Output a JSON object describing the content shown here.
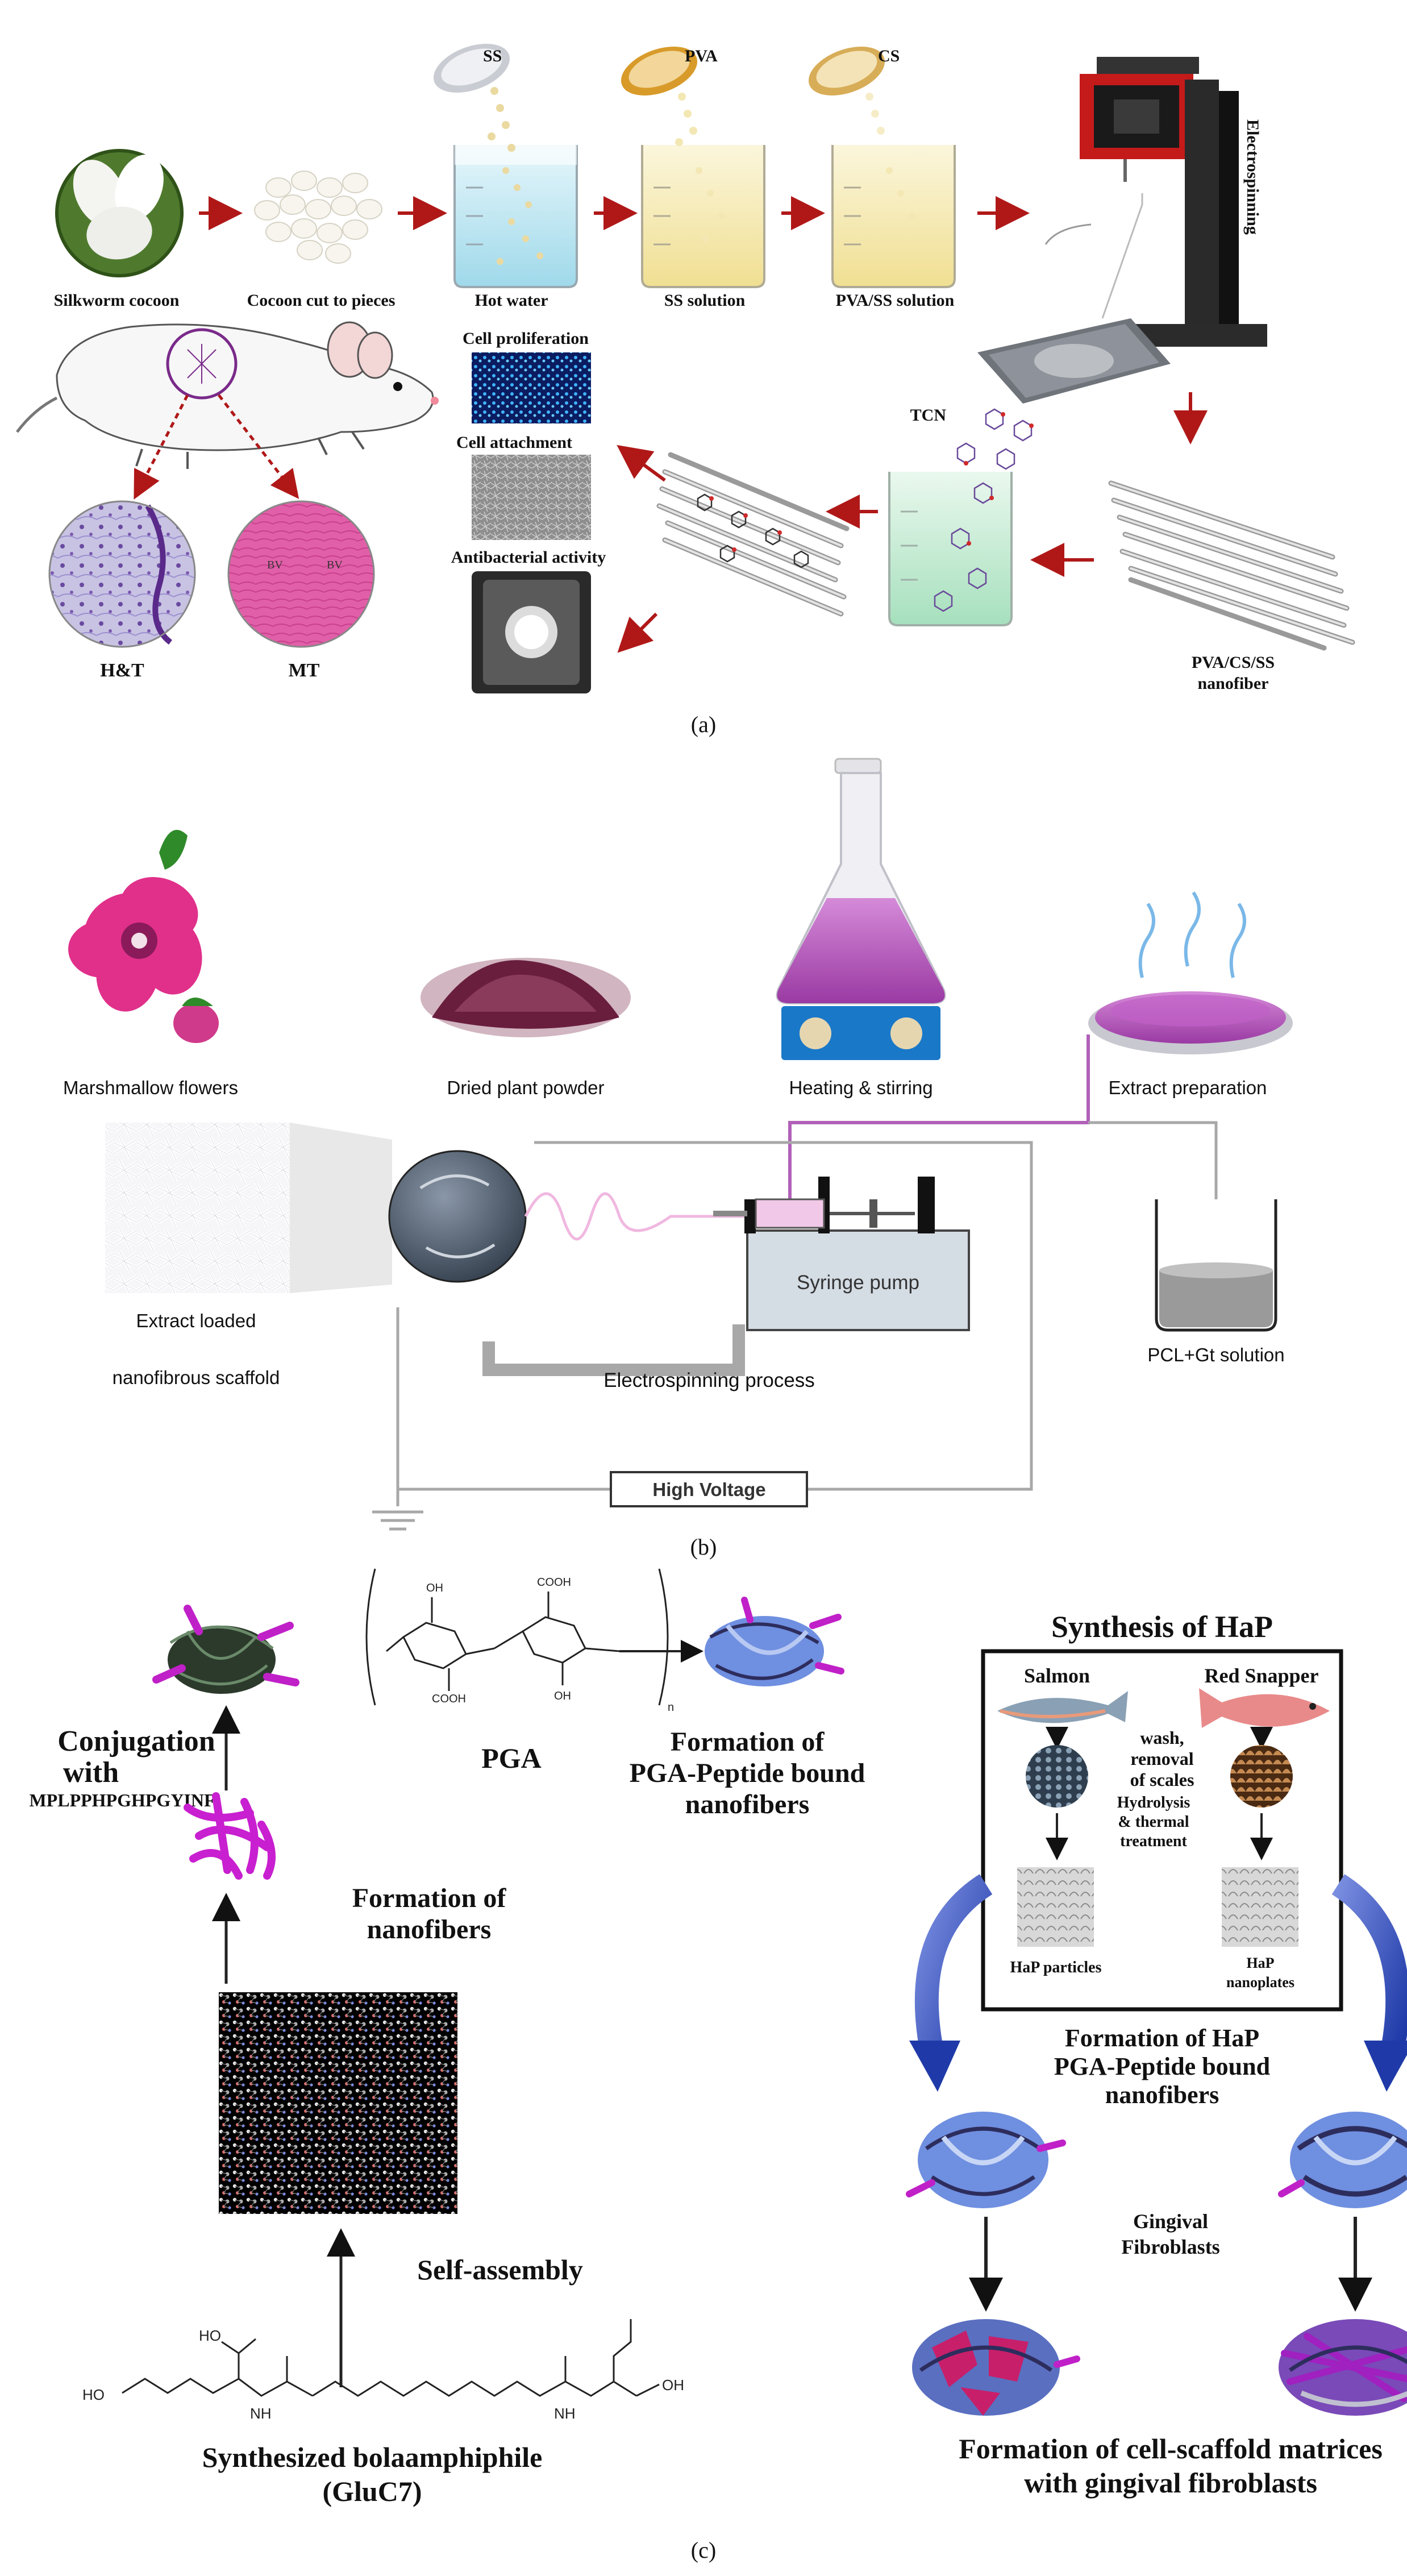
{
  "panel_a": {
    "caption": "(a)",
    "labels": {
      "ss": "SS",
      "pva": "PVA",
      "cs": "CS",
      "electrospinning": "Electrospinning",
      "silkworm": "Silkworm cocoon",
      "cocoon_cut": "Cocoon cut to pieces",
      "hot_water": "Hot water",
      "ss_solution": "SS solution",
      "pva_ss_solution": "PVA/SS solution",
      "cell_proliferation": "Cell proliferation",
      "cell_attachment": "Cell attachment",
      "antibacterial": "Antibacterial activity",
      "tcn": "TCN",
      "nanofiber_line1": "PVA/CS/SS",
      "nanofiber_line2": "nanofiber",
      "ht": "H&T",
      "mt": "MT",
      "bv": "BV"
    }
  },
  "panel_b": {
    "caption": "(b)",
    "labels": {
      "marshmallow": "Marshmallow flowers",
      "dried_powder": "Dried plant powder",
      "heating": "Heating & stirring",
      "extract_prep": "Extract preparation",
      "extract_loaded_line1": "Extract loaded",
      "extract_loaded_line2": "nanofibrous scaffold",
      "syringe_pump": "Syringe pump",
      "pcl_gt": "PCL+Gt solution",
      "electrospinning_process": "Electrospinning process",
      "high_voltage": "High Voltage"
    }
  },
  "panel_c": {
    "caption": "(c)",
    "labels": {
      "conjugation_line1": "Conjugation",
      "conjugation_line2": "with",
      "peptide": "MPLPPHPGHPGYINF",
      "pga": "PGA",
      "formation_pga_line1": "Formation of",
      "formation_pga_line2": "PGA-Peptide bound",
      "formation_pga_line3": "nanofibers",
      "formation_nano_line1": "Formation of",
      "formation_nano_line2": "nanofibers",
      "self_assembly": "Self-assembly",
      "bola_line1": "Synthesized bolaamphiphile",
      "bola_line2": "(GluC7)",
      "hap_title": "Synthesis of HaP",
      "salmon": "Salmon",
      "red_snapper": "Red Snapper",
      "wash_line1": "wash,",
      "wash_line2": "removal",
      "wash_line3": "of scales",
      "hydro_line1": "Hydrolysis",
      "hydro_line2": "& thermal",
      "hydro_line3": "treatment",
      "hap_particles": "HaP particles",
      "hap_nano_line1": "HaP",
      "hap_nano_line2": "nanoplates",
      "form_hap_line1": "Formation of HaP",
      "form_hap_line2": "PGA-Peptide bound",
      "form_hap_line3": "nanofibers",
      "gingival_line1": "Gingival",
      "gingival_line2": "Fibroblasts",
      "matrix_line1": "Formation of cell-scaffold matrices",
      "matrix_line2": "with gingival fibroblasts",
      "oh": "OH",
      "ho": "HO",
      "cooh": "COOH",
      "nh": "NH",
      "n": "n"
    }
  }
}
